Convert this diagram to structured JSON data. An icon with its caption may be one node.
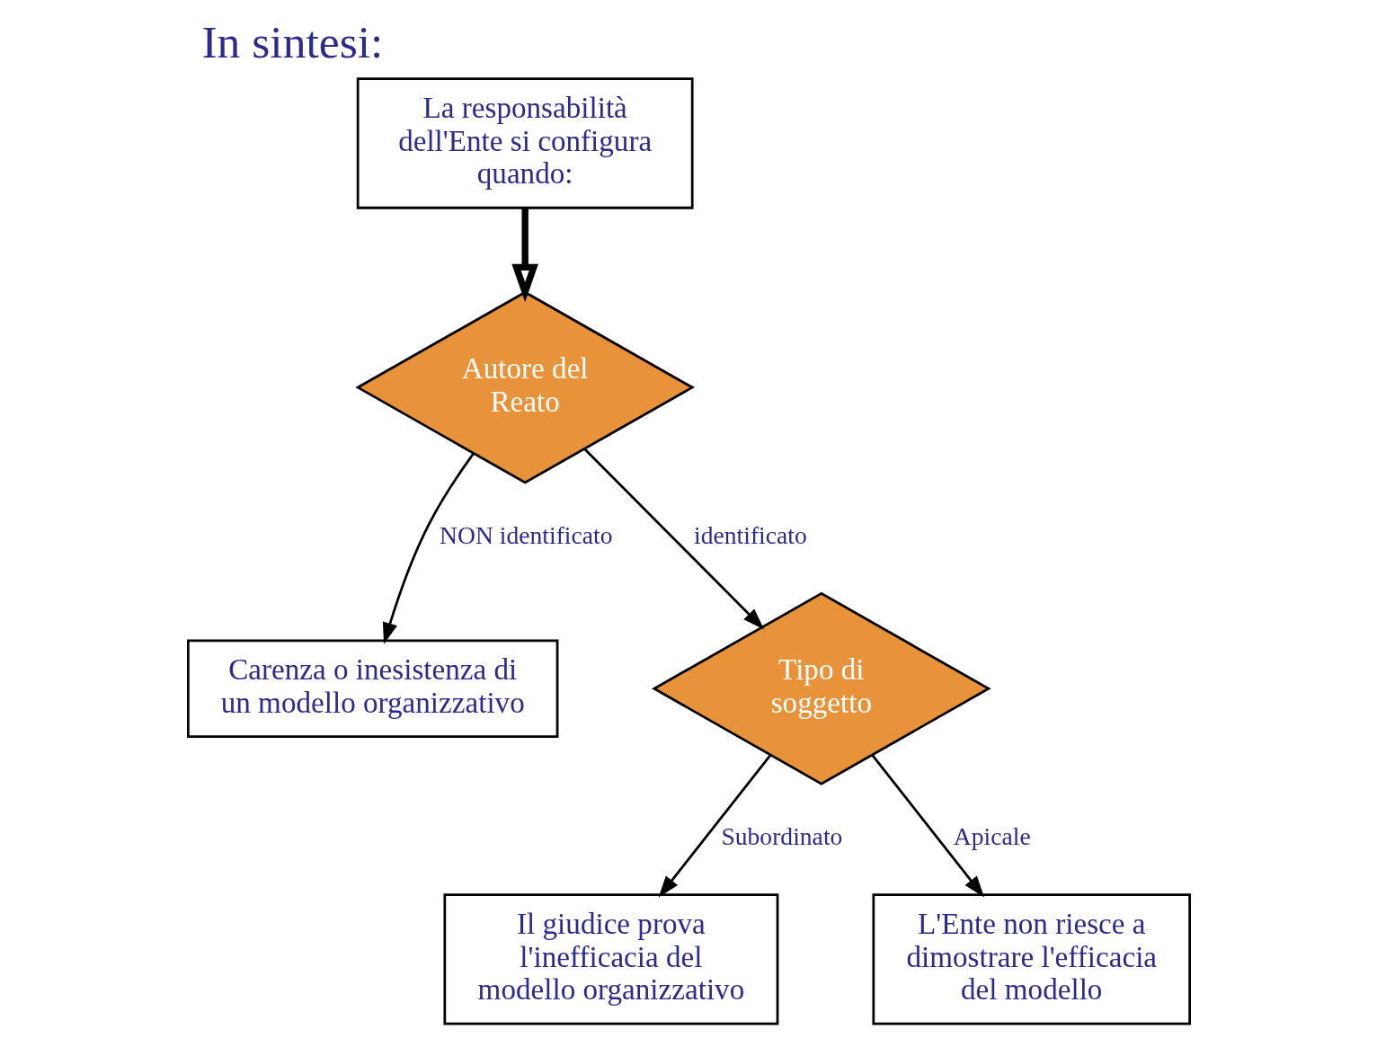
{
  "diagram": {
    "title": "In sintesi:",
    "nodes": [
      {
        "text": [
          "La responsabilità dell'Ente si configura quando:"
        ]
      },
      {
        "text": [
          "Autore del Reato"
        ]
      },
      {
        "text": [
          "Carenza o inesistenza di un modello organizzativo"
        ]
      },
      {
        "text": [
          "Tipo di soggetto"
        ]
      },
      {
        "text": [
          "Il giudice prova l'inefficacia del modello organizzativo"
        ]
      },
      {
        "text": [
          "L'Ente non riesce a dimostrare l'efficacia del modello"
        ]
      }
    ],
    "edges": [
      {
        "from": 0,
        "to": 1,
        "arrow": "to",
        "style": "thick"
      },
      {
        "from": 1,
        "to": 2,
        "arrow": "to",
        "label": "NON identificato"
      },
      {
        "from": 1,
        "to": 3,
        "arrow": "to",
        "label": "identificato"
      },
      {
        "from": 3,
        "to": 4,
        "arrow": "to",
        "label": "Subordinato"
      },
      {
        "from": 3,
        "to": 5,
        "arrow": "to",
        "label": "Apicale"
      }
    ]
  }
}
